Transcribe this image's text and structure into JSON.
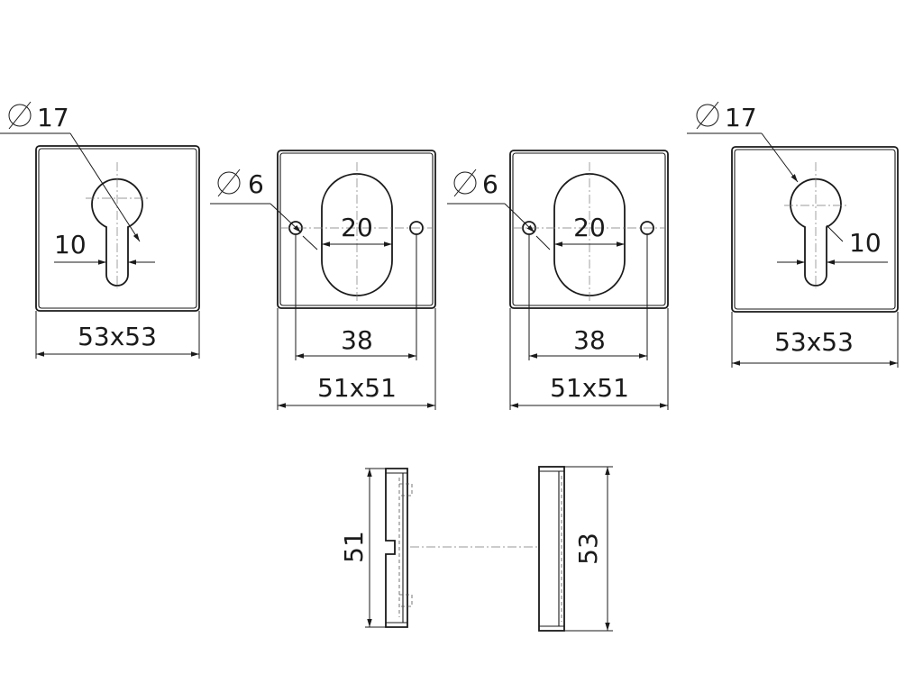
{
  "drawing": {
    "rosette_large_left": {
      "diameter_symbol": "∅",
      "diameter_value": "17",
      "slot_width": "10",
      "size": "53x53"
    },
    "rosette_small_left": {
      "diameter_symbol": "∅",
      "diameter_value": "6",
      "opening_width": "20",
      "hole_spacing": "38",
      "size": "51x51"
    },
    "rosette_small_right": {
      "diameter_symbol": "∅",
      "diameter_value": "6",
      "opening_width": "20",
      "hole_spacing": "38",
      "size": "51x51"
    },
    "rosette_large_right": {
      "diameter_symbol": "∅",
      "diameter_value": "17",
      "slot_width": "10",
      "size": "53x53"
    },
    "side_view_small": {
      "height": "51"
    },
    "side_view_large": {
      "height": "53"
    }
  }
}
